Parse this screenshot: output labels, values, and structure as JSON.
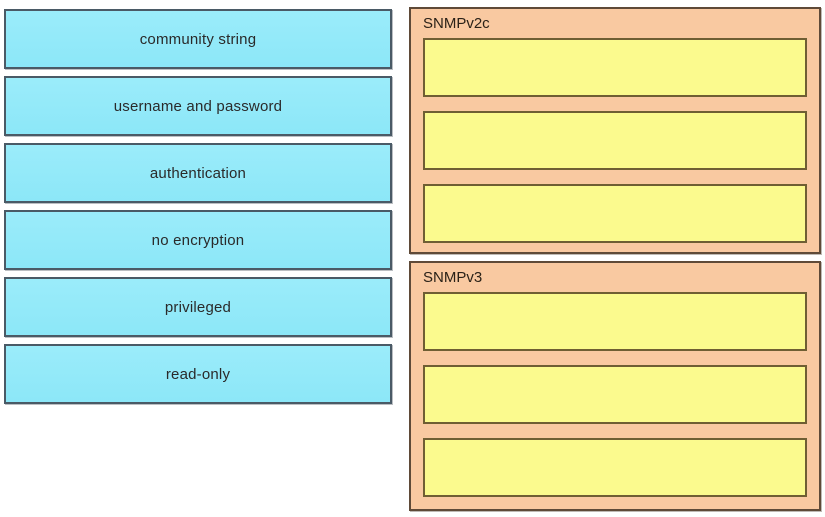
{
  "colors": {
    "term_fill": "#8ce7f8",
    "term_border": "#4a5a66",
    "term_text": "#2a2a2a",
    "group_fill": "#f9c9a1",
    "group_border": "#5f4a38",
    "slot_fill": "#fbfa8e",
    "slot_border": "#6f5e33",
    "header_text": "#2b2218",
    "page_bg": "#ffffff"
  },
  "terms": [
    {
      "label": "community string"
    },
    {
      "label": "username and password"
    },
    {
      "label": "authentication"
    },
    {
      "label": "no encryption"
    },
    {
      "label": "privileged"
    },
    {
      "label": "read-only"
    }
  ],
  "groups": [
    {
      "label": "SNMPv2c",
      "slot_count": 3
    },
    {
      "label": "SNMPv3",
      "slot_count": 3
    }
  ]
}
